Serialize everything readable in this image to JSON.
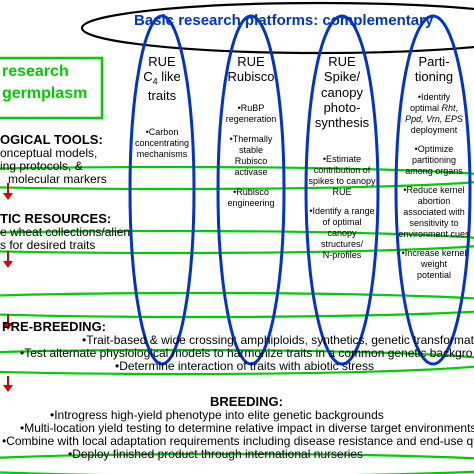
{
  "colors": {
    "blue": "#0033CC",
    "green": "#00CC00",
    "red": "#DD0000",
    "ink": "#000000"
  },
  "header": {
    "title": "Basic research platforms: complementary"
  },
  "left_box": {
    "line1": "research",
    "line2": "germplasm"
  },
  "columns": [
    {
      "title_lines": [
        "RUE",
        "C4 like",
        "traits"
      ],
      "items": [
        [
          "•Carbon",
          "concentrating",
          "mechanisms"
        ]
      ]
    },
    {
      "title_lines": [
        "RUE",
        "Rubisco"
      ],
      "items": [
        [
          "•RuBP",
          "regeneration"
        ],
        [
          "•Thermally",
          "stable",
          "Rubisco",
          "activase"
        ],
        [
          "•Rubisco",
          "engineering"
        ]
      ]
    },
    {
      "title_lines": [
        "RUE",
        "Spike/",
        "canopy",
        "photo-",
        "synthesis"
      ],
      "items": [
        [
          "•Estimate",
          "contribution of",
          "spikes to canopy",
          "RUE"
        ],
        [
          "•Identify a range",
          "of optimal",
          "canopy",
          "structures/",
          "N-profiles"
        ]
      ]
    },
    {
      "title_lines": [
        "Parti-",
        "tioning"
      ],
      "items": [
        [
          "•Identify",
          "optimal Rht,",
          "Ppd, Vrn, EPS",
          "deployment"
        ],
        [
          "•Optimize",
          "partitioning",
          "among organs"
        ],
        [
          "•Reduce kernel",
          "abortion",
          "associated with",
          "sensitivity to",
          "environment cues"
        ],
        [
          "•Increase kernel",
          "weight",
          "potential"
        ]
      ]
    }
  ],
  "sections": {
    "tools": {
      "title": "OGICAL TOOLS:",
      "lines": [
        "onceptual models,",
        "ing protocols, &",
        "molecular markers"
      ]
    },
    "resources": {
      "title": "TIC RESOURCES:",
      "lines": [
        "e wheat collections/alien",
        "s for desired traits"
      ]
    },
    "prebreeding": {
      "title": "PRE-BREEDING:",
      "lines": [
        "•Trait-based & wide crossing: amphiploids, synthetics, genetic transformation",
        "•Test alternate physiological models to harmonize traits in a common genetic backgro",
        "•Determine interaction of traits with abiotic stress"
      ]
    },
    "breeding": {
      "title": "BREEDING:",
      "lines": [
        "•Introgress high-yield phenotype into elite genetic backgrounds",
        "•Multi-location yield testing to determine relative impact in diverse target environments",
        "•Combine with local adaptation requirements including disease resistance and end-use quality",
        "•Deploy finished product through international nurseries"
      ]
    }
  }
}
